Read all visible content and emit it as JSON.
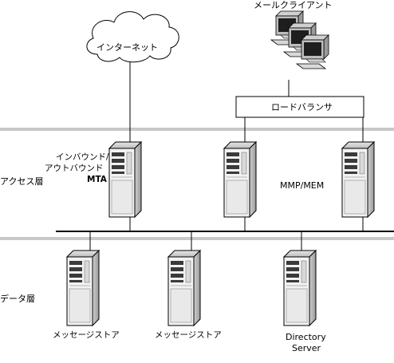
{
  "tiers": {
    "access": "アクセス層",
    "data": "データ層"
  },
  "nodes": {
    "internet": "インターネット",
    "mail_client": "メールクライアント",
    "load_balancer": "ロードバランサ",
    "mta_line1": "インバウンド/",
    "mta_line2": "アウトバウンド",
    "mta_line3": "MTA",
    "mmp": "MMP/MEM",
    "message_store_1": "メッセージストア",
    "message_store_2": "メッセージストア",
    "directory_line1": "Directory",
    "directory_line2": "Server"
  },
  "colors": {
    "tier_band": "#c8c8c8",
    "server_body": "#f2f2f2",
    "server_dark": "#3a3a3a",
    "line": "#000000"
  },
  "icons": [
    "cloud-icon",
    "workstation-icon",
    "server-icon"
  ]
}
